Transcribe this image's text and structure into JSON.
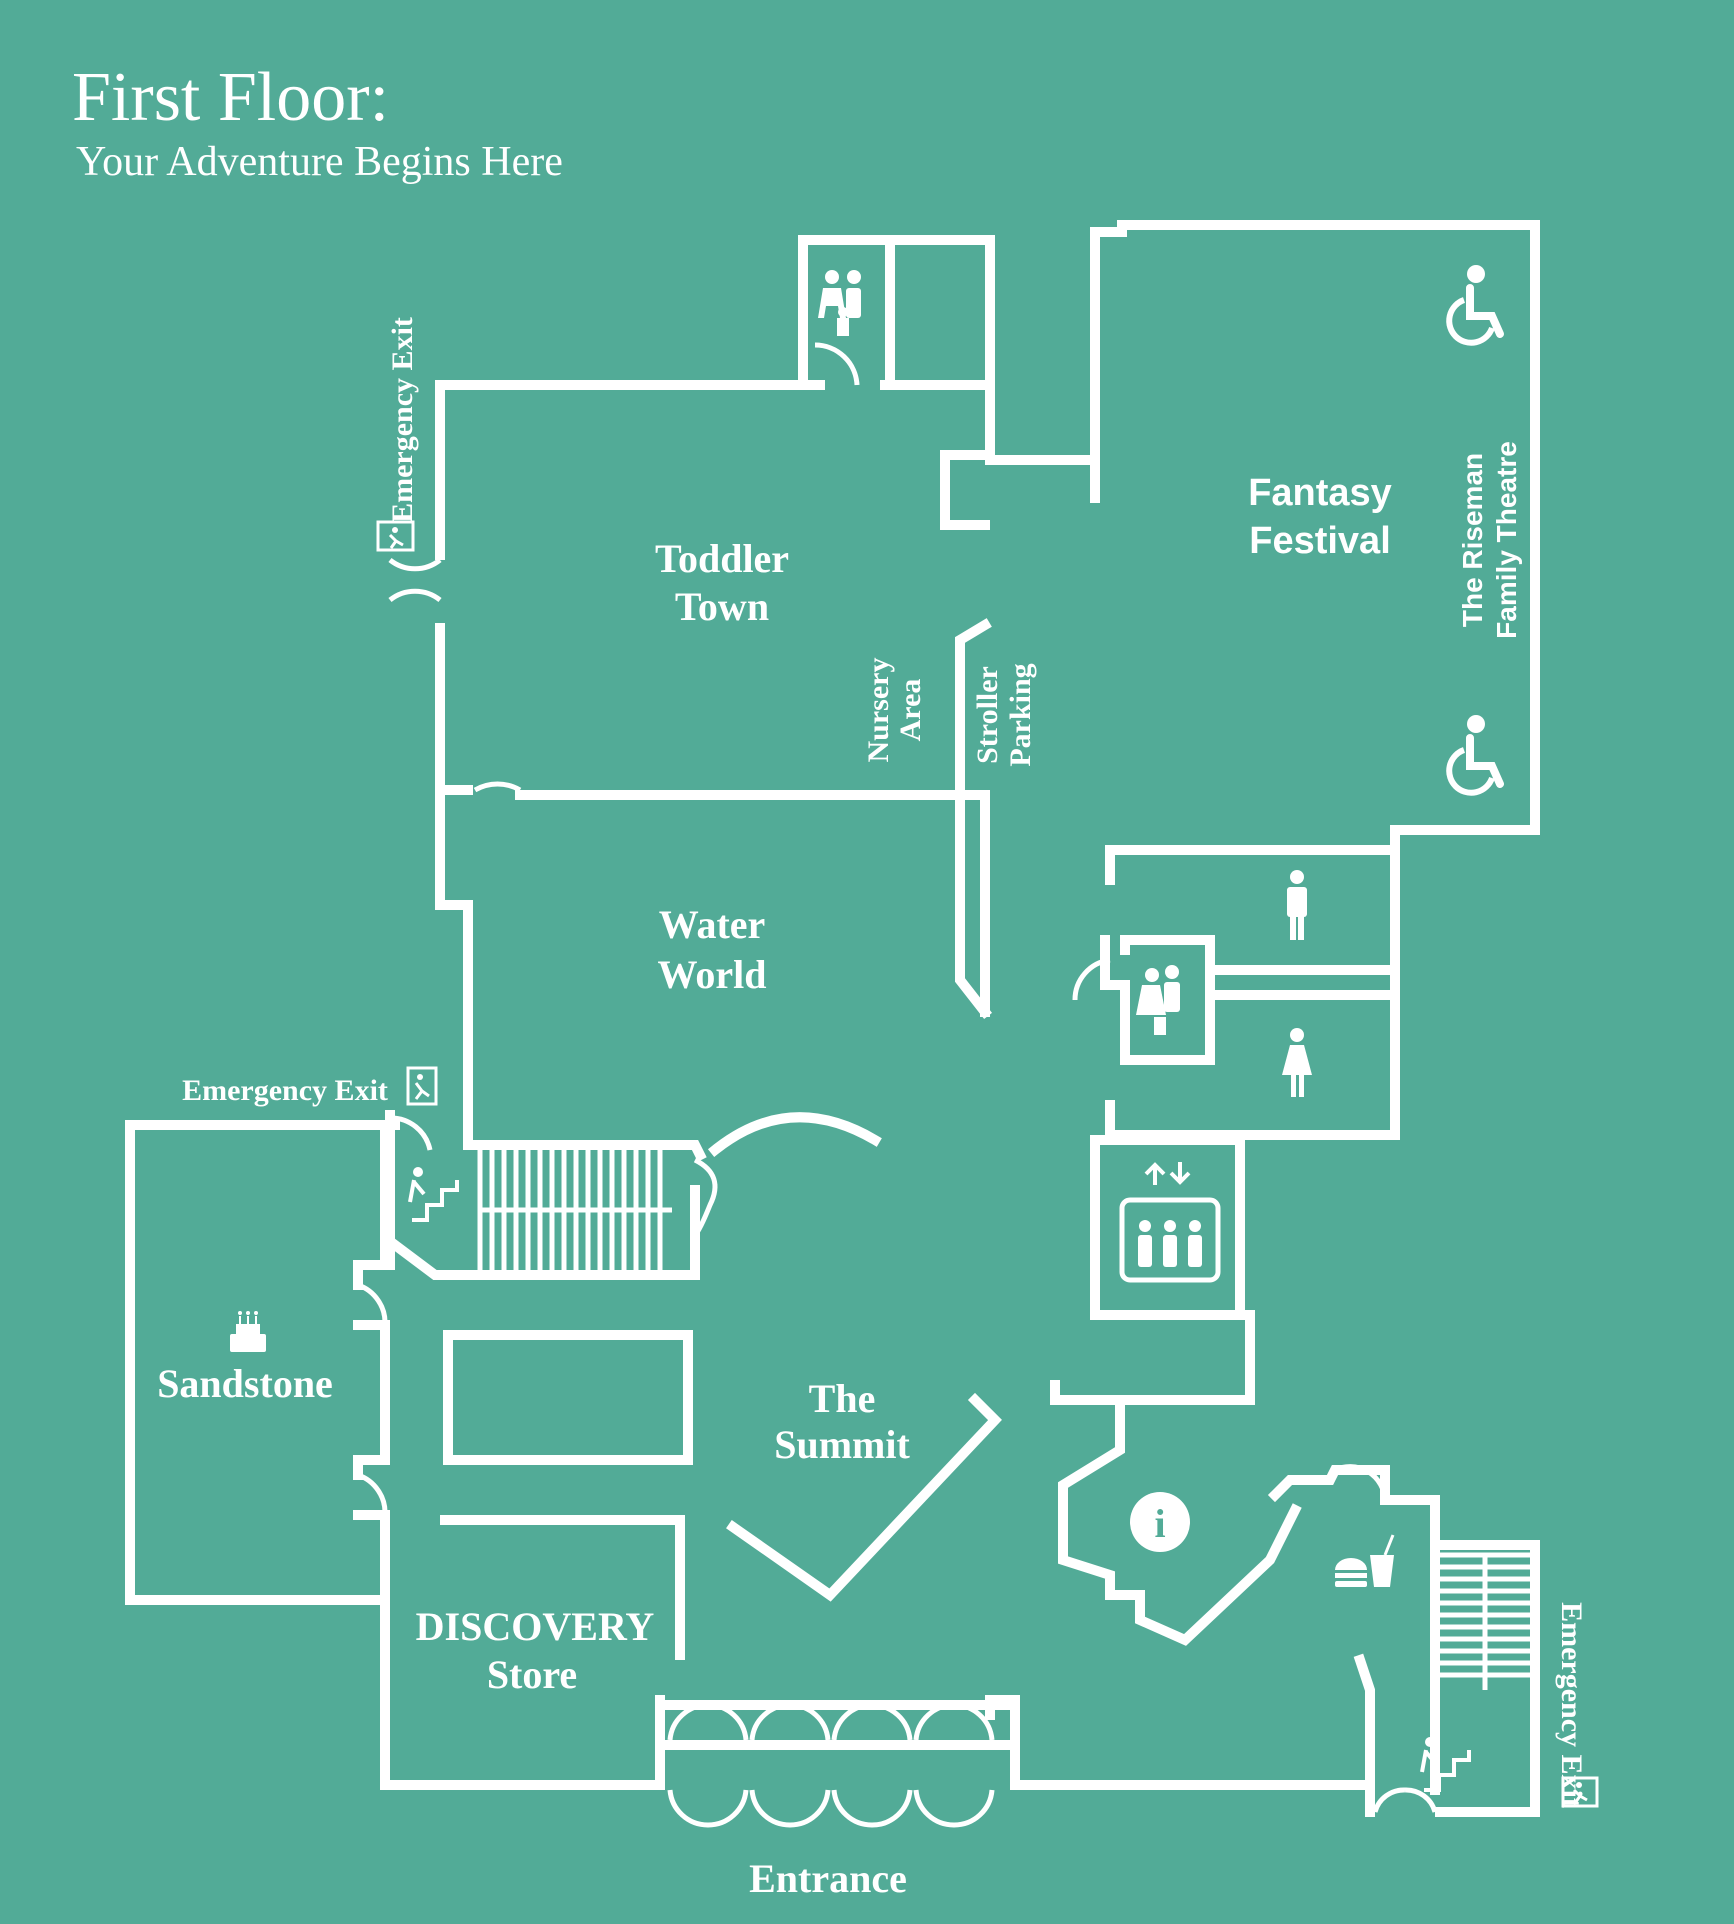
{
  "header": {
    "title": "First Floor:",
    "subtitle": "Your Adventure Begins Here"
  },
  "rooms": {
    "toddler_town": [
      "Toddler",
      "Town"
    ],
    "water_world": [
      "Water",
      "World"
    ],
    "fantasy_festival": [
      "Fantasy",
      "Festival"
    ],
    "theatre": [
      "The Riseman",
      "Family Theatre"
    ],
    "nursery": [
      "Nursery",
      "Area"
    ],
    "stroller": [
      "Stroller",
      "Parking"
    ],
    "sandstone": "Sandstone",
    "summit": [
      "The",
      "Summit"
    ],
    "discovery": [
      "DISCOVERY",
      "Store"
    ]
  },
  "labels": {
    "entrance": "Entrance",
    "emergency_exit_top": "Emergency Exit",
    "emergency_exit_left": "Emergency Exit",
    "emergency_exit_right": "Emergency Exit",
    "info": "i"
  },
  "icons": [
    "family-restroom-icon",
    "wheelchair-icon",
    "mens-restroom-icon",
    "womens-restroom-icon",
    "elevator-icon",
    "stairs-icon",
    "emergency-exit-icon",
    "information-icon",
    "food-icon",
    "birthday-cake-icon"
  ],
  "colors": {
    "background": "#52ab97",
    "lines": "#ffffff"
  }
}
